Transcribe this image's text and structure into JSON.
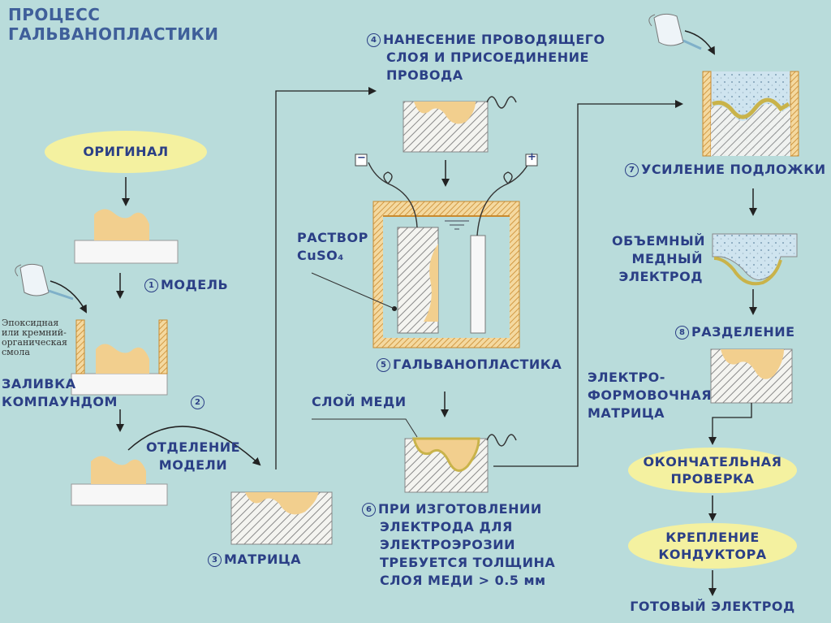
{
  "title": {
    "line1": "ПРОЦЕСС",
    "line2": "ГАЛЬВАНОПЛАСТИКИ"
  },
  "original": "ОРИГИНАЛ",
  "steps": {
    "s1": {
      "num": "1",
      "label": "МОДЕЛЬ"
    },
    "resin": {
      "line1": "Эпоксидная",
      "line2": "или кремний-",
      "line3": "органическая",
      "line4": "смола"
    },
    "pour": {
      "line1": "ЗАЛИВКА",
      "line2": "КОМПАУНДОМ"
    },
    "s2": {
      "num": "2",
      "line1": "ОТДЕЛЕНИЕ",
      "line2": "МОДЕЛИ"
    },
    "s3": {
      "num": "3",
      "label": "МАТРИЦА"
    },
    "s4": {
      "num": "4",
      "line1": "НАНЕСЕНИЕ ПРОВОДЯЩЕГО",
      "line2": "СЛОЯ И ПРИСОЕДИНЕНИЕ",
      "line3": "ПРОВОДА"
    },
    "solution": {
      "line1": "РАСТВОР",
      "line2": "CuSO₄"
    },
    "minus": "−",
    "plus": "+",
    "s5": {
      "num": "5",
      "label": "ГАЛЬВАНОПЛАСТИКА"
    },
    "copper_layer": "СЛОЙ МЕДИ",
    "s6": {
      "num": "6",
      "line1": "ПРИ ИЗГОТОВЛЕНИИ",
      "line2": "ЭЛЕКТРОДА ДЛЯ",
      "line3": "ЭЛЕКТРОЭРОЗИИ",
      "line4": "ТРЕБУЕТСЯ ТОЛЩИНА",
      "line5": "СЛОЯ МЕДИ > 0.5 мм"
    },
    "s7": {
      "num": "7",
      "label": "УСИЛЕНИЕ ПОДЛОЖКИ"
    },
    "vol_electrode": {
      "line1": "ОБЪЕМНЫЙ",
      "line2": "МЕДНЫЙ",
      "line3": "ЭЛЕКТРОД"
    },
    "s8": {
      "num": "8",
      "label": "РАЗДЕЛЕНИЕ"
    },
    "eform": {
      "line1": "ЭЛЕКТРО-",
      "line2": "ФОРМОВОЧНАЯ",
      "line3": "МАТРИЦА"
    },
    "final_check": {
      "line1": "ОКОНЧАТЕЛЬНАЯ",
      "line2": "ПРОВЕРКА"
    },
    "fixture": {
      "line1": "КРЕПЛЕНИЕ",
      "line2": "КОНДУКТОРА"
    },
    "done": "ГОТОВЫЙ ЭЛЕКТРОД"
  },
  "colors": {
    "background": "#b9dcdb",
    "text": "#2b3f86",
    "oval": "#f4f1a0",
    "model": "#f2cf8e",
    "hatch": "#8a8a8a",
    "frame": "#e3a53a",
    "base": "#f7f7f7"
  }
}
